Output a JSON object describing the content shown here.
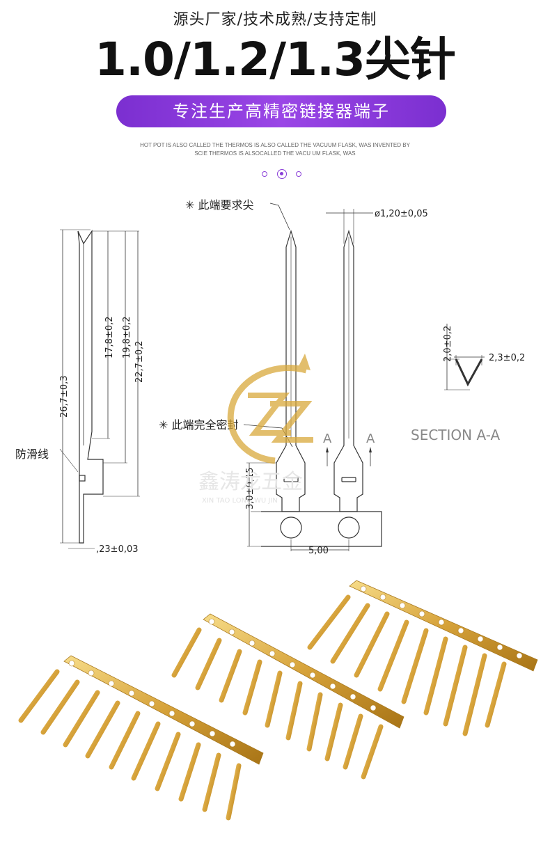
{
  "header": {
    "tagline": "源头厂家/技术成熟/支持定制",
    "headline": "1.0/1.2/1.3尖针",
    "banner": "专注生产高精密链接器端子",
    "caption_line1": "HOT POT IS ALSO CALLED THE THERMOS IS ALSO CALLED THE VACUUM FLASK, WAS INVENTED BY",
    "caption_line2": "SCIE THERMOS IS ALSOCALLED THE VACU  UM FLASK, WAS"
  },
  "drawing": {
    "note_tip": "✳ 此端要求尖",
    "note_closed": "✳ 此端完全密封",
    "anti_slip": "防滑线",
    "dim_diameter": "ø1,20±0,05",
    "dim_total": "26,7±0,3",
    "dim_17": "17,8±0,2",
    "dim_19": "19,8±0,2",
    "dim_22": "22,7±0,2",
    "dim_thickness": ",23±0,03",
    "dim_3": "3,0±0,15",
    "dim_pitch": "5,00",
    "dim_height": "2,0±0,2",
    "dim_width": "2,3±0,2",
    "section_label": "SECTION  A-A",
    "arrow_a1": "A",
    "arrow_a2": "A",
    "watermark_name": "鑫涛龙五金",
    "watermark_pinyin": "XIN  TAO  LONG  WU  JIN"
  },
  "colors": {
    "accent": "#8a3fd8",
    "gold": "#d9a93b",
    "line": "#333333"
  }
}
